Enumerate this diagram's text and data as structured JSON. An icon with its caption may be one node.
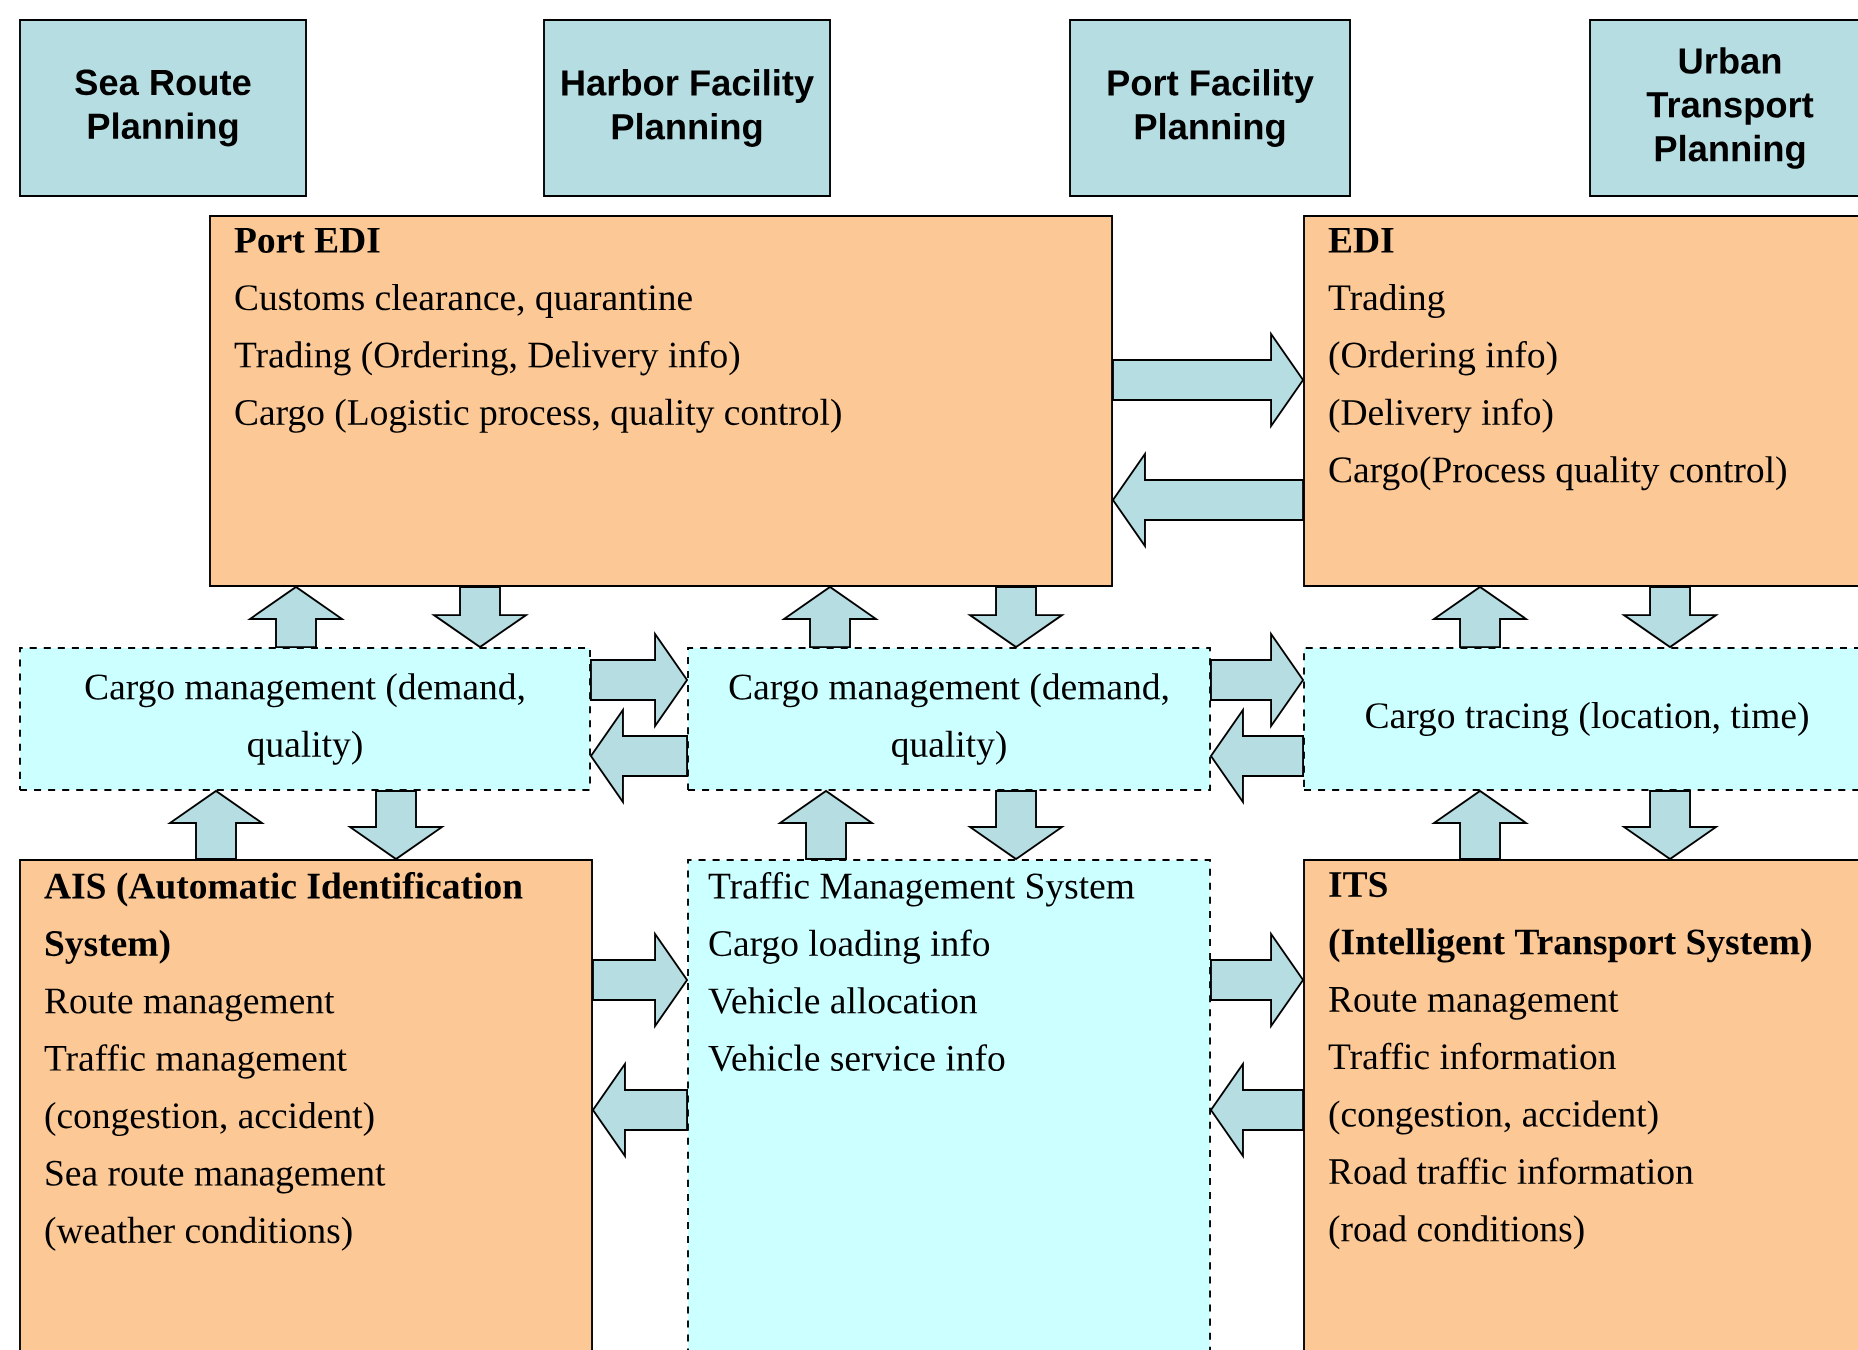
{
  "diagram": {
    "nodes": [
      {
        "text": [
          "Sea Route Planning"
        ]
      },
      {
        "text": [
          "Harbor Facility Planning"
        ]
      },
      {
        "text": [
          "Port Facility Planning"
        ]
      },
      {
        "text": [
          "Urban Transport Planning"
        ]
      },
      {
        "text": [
          "Port EDI",
          "Customs clearance, quarantine",
          "Trading (Ordering, Delivery info)",
          "Cargo (Logistic process, quality control)"
        ]
      },
      {
        "text": [
          "EDI",
          "Trading",
          "(Ordering info)",
          "(Delivery info)",
          "Cargo(Process quality control)"
        ]
      },
      {
        "text": [
          "Cargo management (demand, quality)"
        ]
      },
      {
        "text": [
          "Cargo management (demand, quality)"
        ]
      },
      {
        "text": [
          "Cargo tracing (location, time)"
        ]
      },
      {
        "text": [
          "AIS (Automatic Identification System)",
          "Route management",
          "Traffic management",
          "(congestion, accident)",
          "Sea route management",
          "(weather conditions)"
        ]
      },
      {
        "text": [
          "Traffic Management System",
          "Cargo loading info",
          "Vehicle allocation",
          "Vehicle service info"
        ]
      },
      {
        "text": [
          "ITS",
          "(Intelligent Transport System)",
          "Route management",
          "Traffic information",
          "(congestion, accident)",
          "Road traffic information",
          "(road conditions)"
        ]
      }
    ],
    "edges": [
      {
        "from": 4,
        "to": 5,
        "arrow": "to"
      },
      {
        "from": 5,
        "to": 4,
        "arrow": "to"
      },
      {
        "from": 6,
        "to": 4,
        "arrow": "to"
      },
      {
        "from": 4,
        "to": 6,
        "arrow": "to"
      },
      {
        "from": 7,
        "to": 4,
        "arrow": "to"
      },
      {
        "from": 4,
        "to": 7,
        "arrow": "to"
      },
      {
        "from": 8,
        "to": 5,
        "arrow": "to"
      },
      {
        "from": 5,
        "to": 8,
        "arrow": "to"
      },
      {
        "from": 6,
        "to": 7,
        "arrow": "to"
      },
      {
        "from": 7,
        "to": 6,
        "arrow": "to"
      },
      {
        "from": 7,
        "to": 8,
        "arrow": "to"
      },
      {
        "from": 8,
        "to": 7,
        "arrow": "to"
      },
      {
        "from": 9,
        "to": 6,
        "arrow": "to"
      },
      {
        "from": 6,
        "to": 9,
        "arrow": "to"
      },
      {
        "from": 10,
        "to": 7,
        "arrow": "to"
      },
      {
        "from": 7,
        "to": 10,
        "arrow": "to"
      },
      {
        "from": 11,
        "to": 8,
        "arrow": "to"
      },
      {
        "from": 8,
        "to": 11,
        "arrow": "to"
      },
      {
        "from": 9,
        "to": 10,
        "arrow": "to"
      },
      {
        "from": 10,
        "to": 9,
        "arrow": "to"
      },
      {
        "from": 10,
        "to": 11,
        "arrow": "to"
      },
      {
        "from": 11,
        "to": 10,
        "arrow": "to"
      }
    ]
  }
}
